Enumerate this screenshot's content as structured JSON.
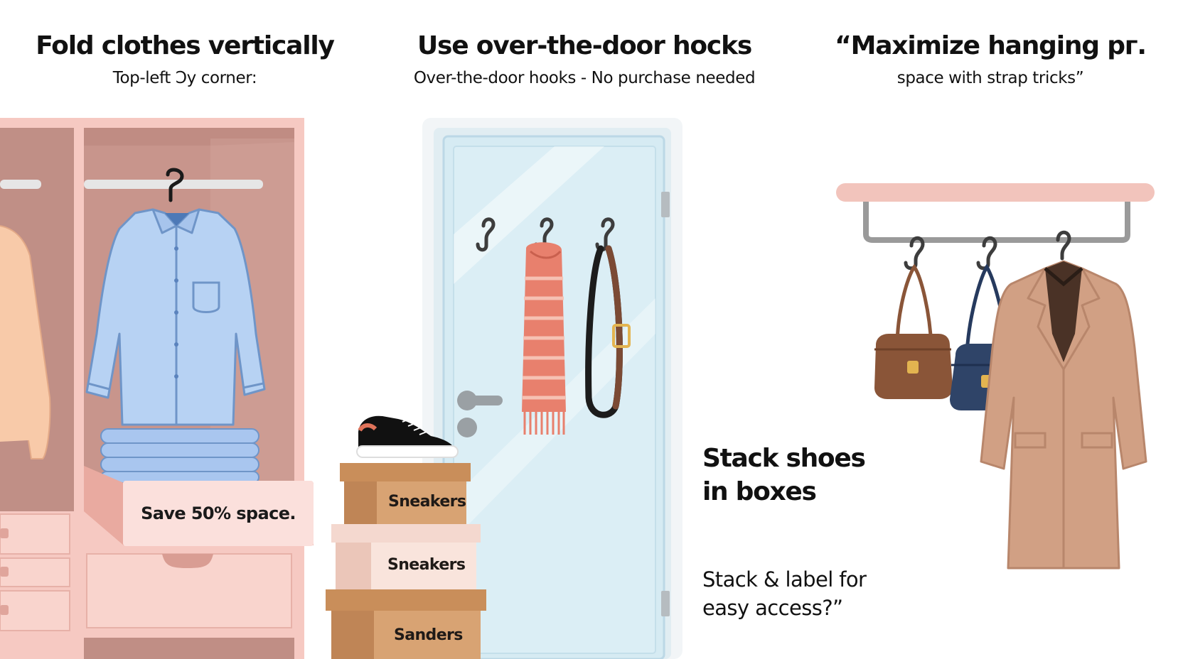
{
  "tips": [
    {
      "title": "Fold clothes vertically",
      "subtitle": "Top-left Ɔy corner:",
      "label": "Save 50% space."
    },
    {
      "title": "Use over-the-door hocks",
      "subtitle": "Over-the-door hooks - No purchase needed"
    },
    {
      "title": "“Maximize hanging pг.",
      "subtitle": "space with strap tricks”"
    }
  ],
  "shoe_boxes": [
    "Sneakers",
    "Sneakers",
    "Sanders"
  ],
  "stack_tip": {
    "heading_lines": [
      "Stack shoes",
      "in boxes"
    ],
    "text_lines": [
      "Stack & label for",
      "easy access?”"
    ]
  },
  "colors": {
    "closet_frame": "#f6c9c2",
    "closet_interior": "#c8958c",
    "shirt": "#b7d2f3",
    "door_glass": "#d6ebf3",
    "scarf": "#e8806d",
    "cardboard": "#d8a373",
    "coat": "#d1a084",
    "rail": "#9a9a9a",
    "shelf_pink": "#f2c4bc"
  },
  "icons": [
    "hanger-icon",
    "hook-icon",
    "sneaker-icon",
    "handbag-icon",
    "scarf-icon",
    "belt-icon",
    "coat-icon",
    "door-handle-icon"
  ]
}
